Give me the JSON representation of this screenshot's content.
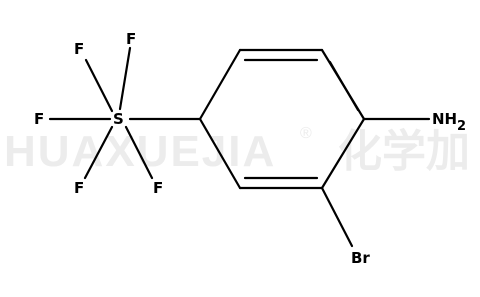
{
  "watermark": {
    "latin": "HUAXUEJIA",
    "registered": "®",
    "chinese": "化学加"
  },
  "atoms": {
    "sulfur": "S",
    "fluorine_top_left": "F",
    "fluorine_top_right": "F",
    "fluorine_left": "F",
    "fluorine_bottom_left": "F",
    "fluorine_bottom_right": "F",
    "amine": "NH",
    "amine_subscript": "2",
    "bromine": "Br"
  }
}
